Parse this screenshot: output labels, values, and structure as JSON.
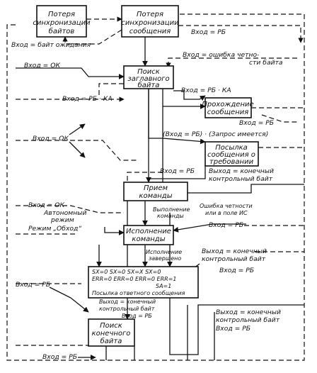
{
  "boxes": {
    "byte_sync_loss": [
      "Потеря",
      "синхронизации",
      "байтов"
    ],
    "msg_sync_loss": [
      "Потеря",
      "синхронизации",
      "сообщения"
    ],
    "header_search": [
      "Поиск",
      "заглавного",
      "байта"
    ],
    "msg_passing": [
      "Прохождение",
      "сообщения"
    ],
    "msg_send": [
      "Посылка",
      "сообщения о",
      "требовании"
    ],
    "cmd_receive": [
      "Прием",
      "команды"
    ],
    "cmd_execute": [
      "Исполнение",
      "команды"
    ],
    "final_byte_search": [
      "Поиск",
      "конечного",
      "байта"
    ],
    "response": {
      "sx_row": "SX=0   SX=0   SX=X   SX=0",
      "err_row": "ERR=0  ERR=0  ERR=0  ERR=1",
      "sa_row": "SA=1",
      "bottom": "Посылка ответного сообщения"
    }
  },
  "labels": {
    "in_wait_byte": "Вход = байт ожидания",
    "in_rb_top": "Вход = РБ",
    "in_ok_1": "Вход = ОК",
    "in_parity_1": "Вход = ошибка четно-",
    "in_parity_2": "сти байта",
    "in_rb_ka_left": "Вход = РБ · КА",
    "in_rb_ka_right": "Вход = РБ · КА",
    "in_rb_passing": "Вход = РБ",
    "in_rb_request": "(Вход = РБ) · (Запрос имеется)",
    "in_ok_2": "Вход = ОК",
    "in_rb_mid": "Вход = РБ",
    "out_final_1_a": "Выход = конечный",
    "out_final_1_b": "контрольный байт",
    "in_ok_3": "Вход = ОК",
    "auto_mode_1": "Автономный",
    "auto_mode_2": "режим",
    "bypass_mode": "Режим „Обход“",
    "cmd_exec_1": "Выполнение",
    "cmd_exec_2": "команды",
    "parity_is_1": "Ошибка четности",
    "parity_is_2": "или в поле ИС",
    "in_rb_right": "Вход = РБ",
    "exec_done_1": "Исполнение",
    "exec_done_2": "завершено",
    "out_final_2_a": "Выход = конечный",
    "out_final_2_b": "контрольный байт",
    "in_rb_out2": "Вход = РБ",
    "in_rb_left_lower": "Вход = РБ",
    "out_final_3_a": "Выход = конечный",
    "out_final_3_b": "контрольный байт",
    "in_rb_out3": "Вход = РБ",
    "out_final_4_a": "Выход = конечный",
    "out_final_4_b": "контрольный байт",
    "in_rb_out4": "Вход = РБ",
    "in_rb_bottom": "Вход = РБ"
  }
}
